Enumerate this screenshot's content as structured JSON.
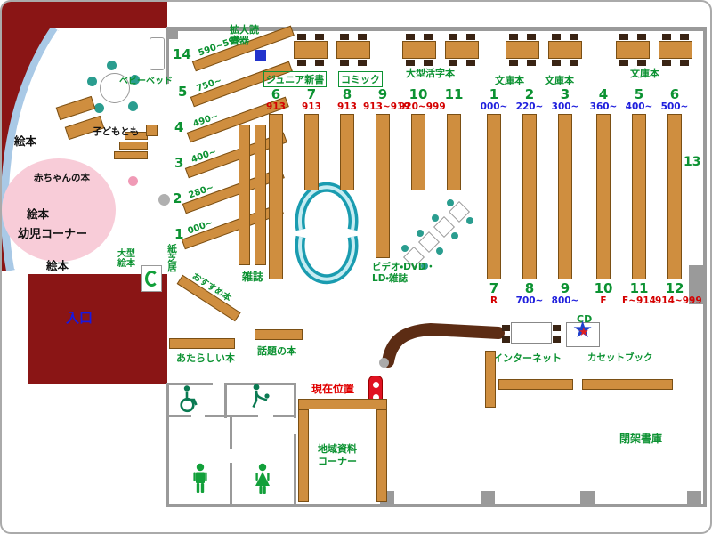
{
  "palette": {
    "wall_maroon": "#8a1515",
    "wall_gray": "#9a9a9a",
    "shelf_tan": "#cf8e3f",
    "green_label": "#0c9232",
    "red_label": "#d40000",
    "blue_label": "#2020dd",
    "window_blue": "#a9c9e6",
    "sofa_teal": "#1a9cb0",
    "pink_area": "#f8ccd8",
    "entrance_blue": "#1818e0",
    "device_blue": "#2233cc"
  },
  "icons": {
    "star": "★"
  },
  "children": {
    "bed": "ベビーベッド",
    "friends": "子どもとも",
    "ehon_a": "絵本",
    "ehon_b": "絵本",
    "ehon_c": "絵本",
    "baby_books": "赤ちゃんの本",
    "corner": "幼児コーナー",
    "large_ehon": "大型絵本",
    "kamishibai": "紙芝居"
  },
  "entrance": "入口",
  "slant": [
    {
      "num": "14",
      "range": "590~599"
    },
    {
      "num": "5",
      "range": "750~"
    },
    {
      "num": "4",
      "range": "490~"
    },
    {
      "num": "3",
      "range": "400~"
    },
    {
      "num": "2",
      "range": "280~"
    },
    {
      "num": "1",
      "range": "000~"
    }
  ],
  "osusume": "おすすめ本",
  "zasshi": "雑誌",
  "top": {
    "kakudai": "拡大読書器",
    "junior": "ジュニア新書",
    "comic": "コミック",
    "large_print": "大型活字本",
    "bunko_a": "文庫本",
    "bunko_b": "文庫本",
    "bunko_c": "文庫本"
  },
  "left_cols": [
    {
      "n": "6",
      "range": "913",
      "style": "color:#d40000"
    },
    {
      "n": "7",
      "range": "913",
      "style": "color:#d40000"
    },
    {
      "n": "8",
      "range": "913",
      "style": "color:#d40000"
    },
    {
      "n": "9",
      "range": "913~919",
      "style": "color:#d40000"
    },
    {
      "n": "10",
      "range": "920~999",
      "style": "color:#d40000"
    },
    {
      "n": "11",
      "range": "",
      "style": "color:#d40000"
    }
  ],
  "right_top": [
    {
      "n": "1",
      "range": "000~",
      "style": "color:#2020dd"
    },
    {
      "n": "2",
      "range": "220~",
      "style": "color:#2020dd"
    },
    {
      "n": "3",
      "range": "300~",
      "style": "color:#2020dd"
    },
    {
      "n": "4",
      "range": "360~",
      "style": "color:#2020dd"
    },
    {
      "n": "5",
      "range": "400~",
      "style": "color:#2020dd"
    },
    {
      "n": "6",
      "range": "500~",
      "style": "color:#2020dd"
    }
  ],
  "right_bottom": [
    {
      "n": "7",
      "range": "R",
      "style": "color:#d40000"
    },
    {
      "n": "8",
      "range": "700~",
      "style": "color:#2020dd"
    },
    {
      "n": "9",
      "range": "800~",
      "style": "color:#2020dd"
    },
    {
      "n": "10",
      "range": "F",
      "style": "color:#d40000"
    },
    {
      "n": "11",
      "range": "F~914",
      "style": "color:#d40000"
    },
    {
      "n": "12",
      "range": "914~999",
      "style": "color:#d40000"
    }
  ],
  "shelf13": "13",
  "video": "ビデオ・DVD・LD・雑誌",
  "new_books": "あたらしい本",
  "topic_books": "話題の本",
  "current": "現在位置",
  "internet": "インターネット",
  "cd": "CD",
  "cassette": "カセットブック",
  "local": "地域資料コーナー",
  "closed": "閉架書庫"
}
